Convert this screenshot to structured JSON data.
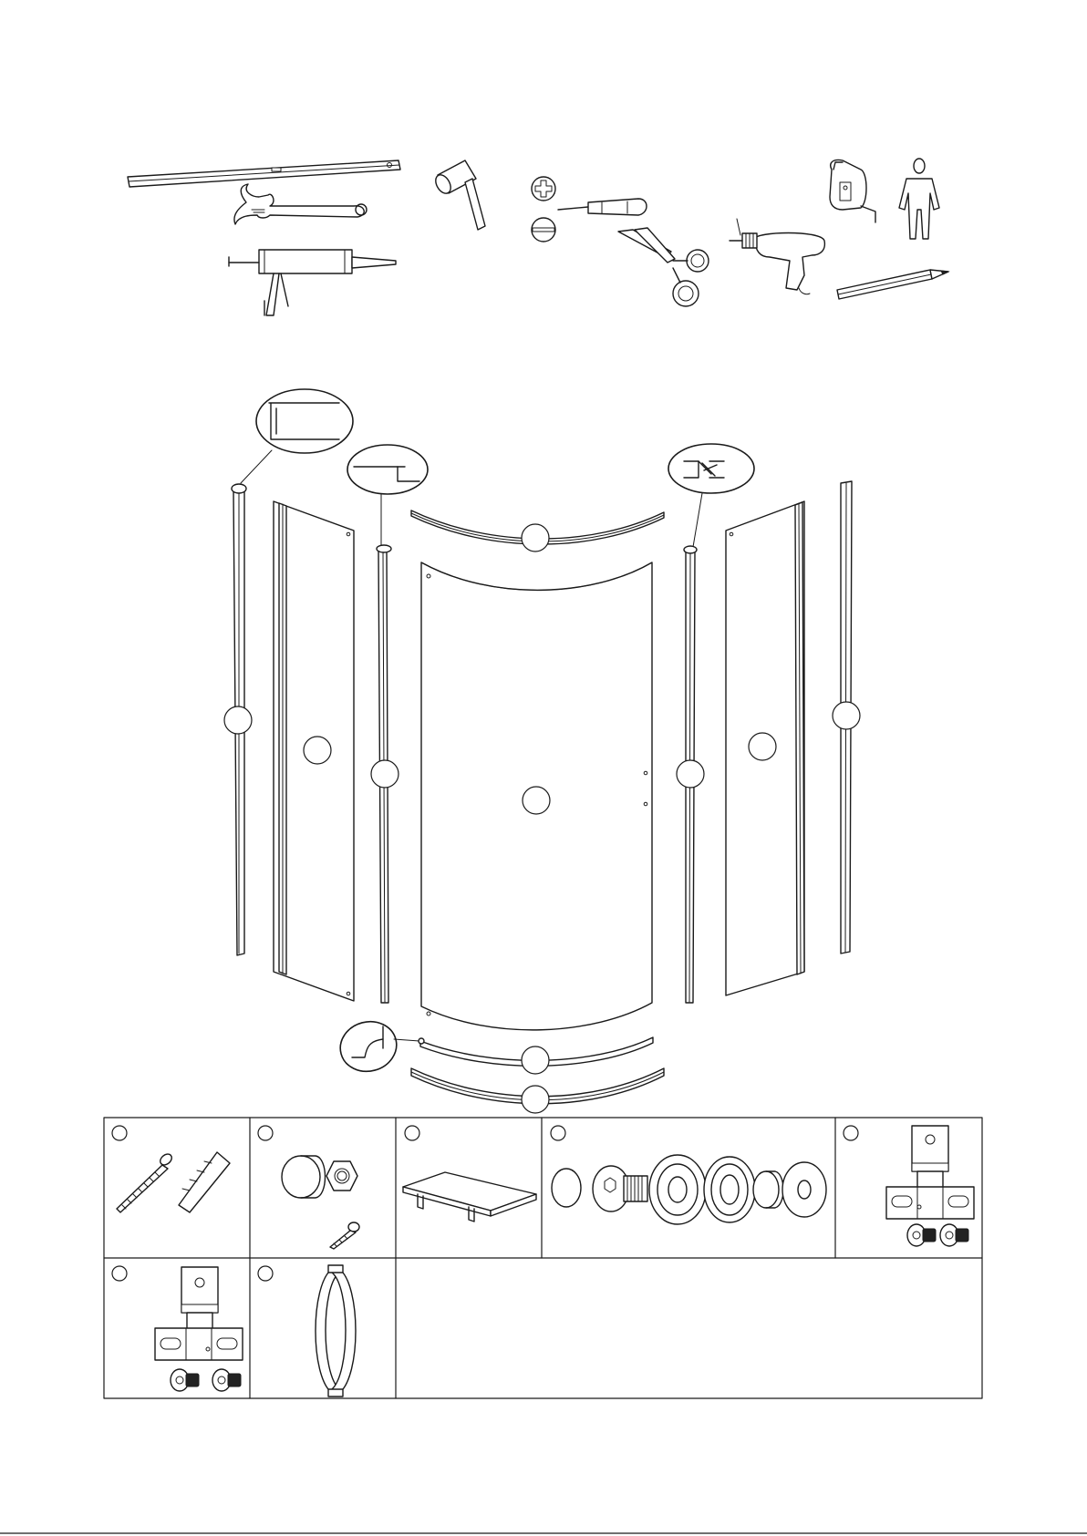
{
  "page": {
    "title": "",
    "tools_section": {
      "items": [
        "spirit-level",
        "adjustable-wrench",
        "caulking-gun",
        "mallet",
        "phillips-screwdriver",
        "flat-screwdriver",
        "scissors",
        "drill",
        "tape-measure",
        "assistant-person",
        "pencil"
      ]
    },
    "exploded_view": {
      "parts": [
        "wall-profile-left",
        "side-panel-left",
        "connector-profile-left",
        "curved-top-rail",
        "curved-door-panel",
        "connector-profile-right",
        "side-panel-right",
        "wall-profile-right",
        "curved-bottom-rail",
        "curved-bottom-track"
      ]
    },
    "parts_table": {
      "cells": [
        "screws-and-wall-plugs",
        "caps-and-screw",
        "support-bracket",
        "glass-fixing-set",
        "upper-hinge-set",
        "lower-hinge-set",
        "door-handle"
      ]
    }
  }
}
